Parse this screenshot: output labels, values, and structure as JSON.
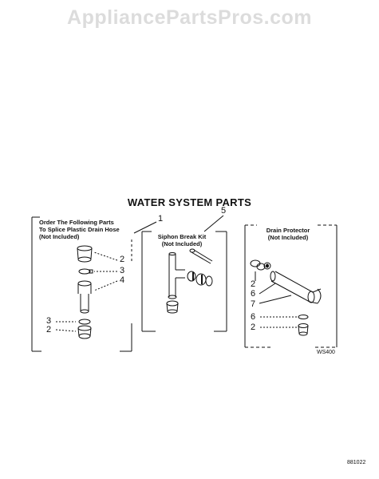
{
  "watermark": "AppliancePartsPros.com",
  "title": "WATER SYSTEM PARTS",
  "groups": {
    "splice": [
      "Order The Following Parts",
      "To Splice Plastic Drain Hose",
      "(Not Included)"
    ],
    "siphon": [
      "Siphon Break Kit",
      "(Not Included)"
    ],
    "drain": [
      "Drain Protector",
      "(Not Included)"
    ]
  },
  "callouts": {
    "splice_group": "1",
    "siphon_kit": "5",
    "splice_top_coupling": "2",
    "splice_top_clamp": "3",
    "splice_connector": "4",
    "splice_bottom_clamp": "3",
    "splice_bottom_coupling": "2",
    "drain_top_coupling": "2",
    "drain_protector_body": "6",
    "drain_hose_end": "7",
    "drain_bottom_clamp": "6",
    "drain_bottom_coupling": "2"
  },
  "codes": {
    "figure": "WS400",
    "page": "881022"
  }
}
